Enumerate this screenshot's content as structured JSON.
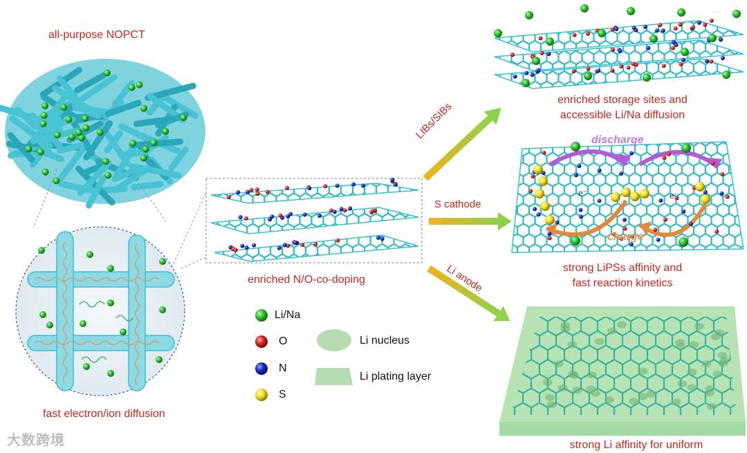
{
  "labels": {
    "nopct": "all-purpose  NOPCT",
    "fast_diffusion": "fast electron/ion  diffusion",
    "codoping": "enriched  N/O-co-doping",
    "storage_line1": "enriched  storage sites and",
    "storage_line2": "accessible Li/Na  diffusion",
    "lipss_line1": "strong LiPSs affinity and",
    "lipss_line2": "fast reaction kinetics",
    "uniform": "strong Li affinity for uniform",
    "discharge": "discharge",
    "charge": "charge",
    "electron": "e⁻"
  },
  "arrows": {
    "libs": "LIBs/SIBs",
    "s_cathode": "S cathode",
    "li_anode": "Li anode"
  },
  "legend": {
    "li_na": "Li/Na",
    "o": "O",
    "n": "N",
    "s": "S",
    "li_nucleus": "Li nucleus",
    "li_plating": "Li plating layer"
  },
  "watermark": "大数跨境",
  "colors": {
    "label_red": "#c0281e",
    "carbon_cyan": "#3cc8d8",
    "li_green": "#2ec22e",
    "o_red": "#d8261e",
    "n_blue": "#1a2bc8",
    "s_yellow": "#f0e020",
    "plate_green": "#9ed49e",
    "arrow_start": "#f2b21a",
    "arrow_end": "#8fd14a"
  }
}
